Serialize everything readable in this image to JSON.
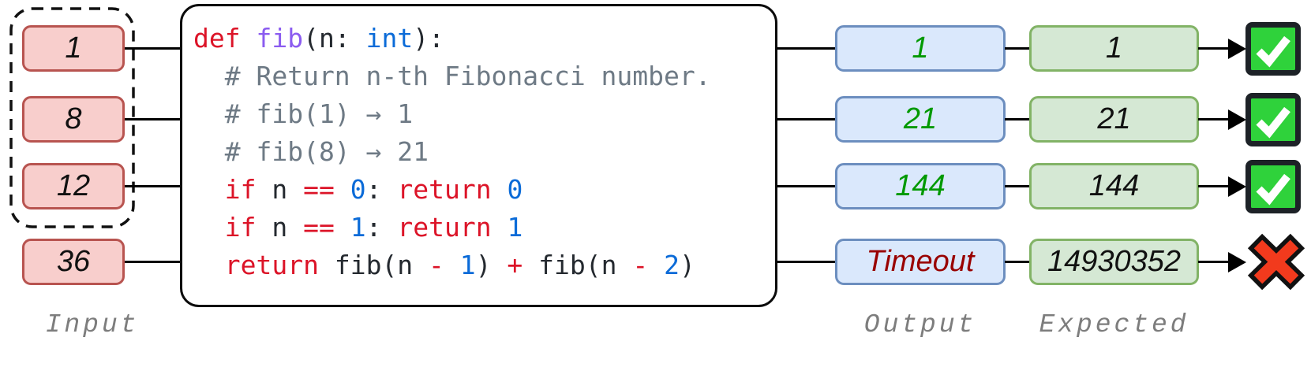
{
  "diagram": {
    "labels": {
      "input": "Input",
      "output": "Output",
      "expected": "Expected"
    },
    "code": {
      "lines": [
        [
          [
            "kw",
            "def"
          ],
          [
            "pl",
            " "
          ],
          [
            "fn",
            "fib"
          ],
          [
            "pl",
            "(n: "
          ],
          [
            "num",
            "int"
          ],
          [
            "pl",
            "):"
          ]
        ],
        [
          [
            "com",
            "  # Return n-th Fibonacci number."
          ]
        ],
        [
          [
            "com",
            "  # fib(1) → 1"
          ]
        ],
        [
          [
            "com",
            "  # fib(8) → 21"
          ]
        ],
        [
          [
            "pl",
            "  "
          ],
          [
            "kw",
            "if"
          ],
          [
            "pl",
            " n "
          ],
          [
            "kw",
            "=="
          ],
          [
            "pl",
            " "
          ],
          [
            "num",
            "0"
          ],
          [
            "pl",
            ": "
          ],
          [
            "kw",
            "return"
          ],
          [
            "pl",
            " "
          ],
          [
            "num",
            "0"
          ]
        ],
        [
          [
            "pl",
            "  "
          ],
          [
            "kw",
            "if"
          ],
          [
            "pl",
            " n "
          ],
          [
            "kw",
            "=="
          ],
          [
            "pl",
            " "
          ],
          [
            "num",
            "1"
          ],
          [
            "pl",
            ": "
          ],
          [
            "kw",
            "return"
          ],
          [
            "pl",
            " "
          ],
          [
            "num",
            "1"
          ]
        ],
        [
          [
            "pl",
            "  "
          ],
          [
            "kw",
            "return"
          ],
          [
            "pl",
            " fib(n "
          ],
          [
            "kw",
            "-"
          ],
          [
            "pl",
            " "
          ],
          [
            "num",
            "1"
          ],
          [
            "pl",
            ") "
          ],
          [
            "kw",
            "+"
          ],
          [
            "pl",
            " fib(n "
          ],
          [
            "kw",
            "-"
          ],
          [
            "pl",
            " "
          ],
          [
            "num",
            "2"
          ],
          [
            "pl",
            ")"
          ]
        ]
      ]
    },
    "tests": [
      {
        "input": "1",
        "output": "1",
        "expected": "1",
        "result": "pass"
      },
      {
        "input": "8",
        "output": "21",
        "expected": "21",
        "result": "pass"
      },
      {
        "input": "12",
        "output": "144",
        "expected": "144",
        "result": "pass"
      },
      {
        "input": "36",
        "output": "Timeout",
        "expected": "14930352",
        "result": "fail"
      }
    ],
    "icons": {
      "pass": "check-icon",
      "fail": "cross-icon"
    },
    "colors": {
      "input_fill": "#f8cecc",
      "input_border": "#b85450",
      "output_fill": "#dae8fc",
      "output_border": "#6c8ebf",
      "expected_fill": "#d5e8d4",
      "expected_border": "#82b366",
      "value_green": "#009900",
      "error_red": "#990000",
      "pass_icon_green": "#2fd23b",
      "pass_icon_border": "#1d2227",
      "fail_icon_red": "#f23a1d",
      "fail_icon_border": "#111111",
      "syntax": {
        "keyword": "#dc1428",
        "function": "#8b5cf0",
        "number": "#0b6bd8",
        "comment": "#6e7a85",
        "plain": "#24292f"
      }
    }
  }
}
